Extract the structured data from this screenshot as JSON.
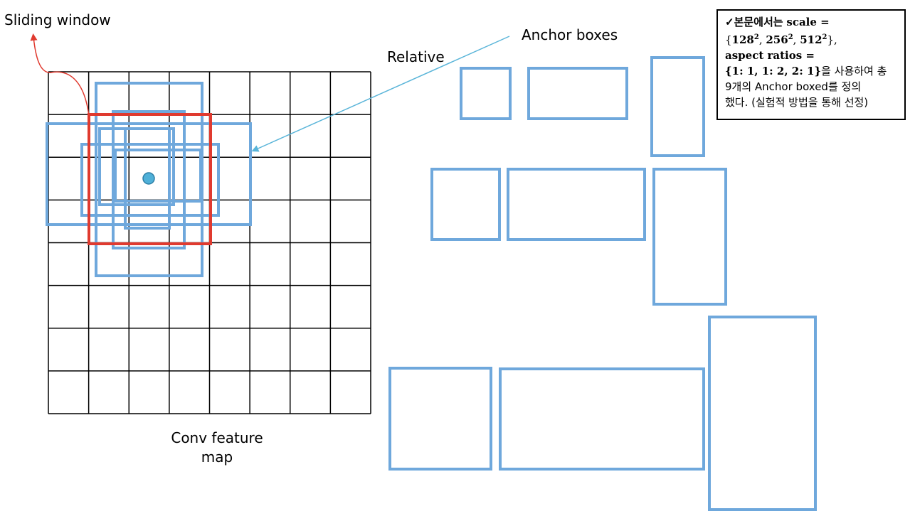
{
  "labels": {
    "sliding_window": "Sliding window",
    "anchor_boxes": "Anchor boxes",
    "relative": "Relative",
    "conv_line1": "Conv feature",
    "conv_line2": "map"
  },
  "note": {
    "check": "✓",
    "intro": "본문에서는",
    "scale_word": "scale =",
    "scale_open": "{",
    "scale_v1": "128",
    "scale_v2": "256",
    "scale_v3": "512",
    "exponent": "2",
    "scale_close": "},",
    "aspect_word": "aspect ratios =",
    "aspect_values": "{1: 1, 1: 2, 2: 1}",
    "aspect_suffix": "을 사용하여 총",
    "line4": "9개의 Anchor boxed를 정의",
    "line5": "했다. (실험적 방법을 통해 선정)"
  },
  "colors": {
    "grid": "#000000",
    "anchor": "#6FA8DC",
    "sliding_window": "#E03A2F",
    "center_dot": "#4FB0D8",
    "pointer_line": "#5AB5D9"
  },
  "feature_map": {
    "rows": 8,
    "cols": 8
  }
}
